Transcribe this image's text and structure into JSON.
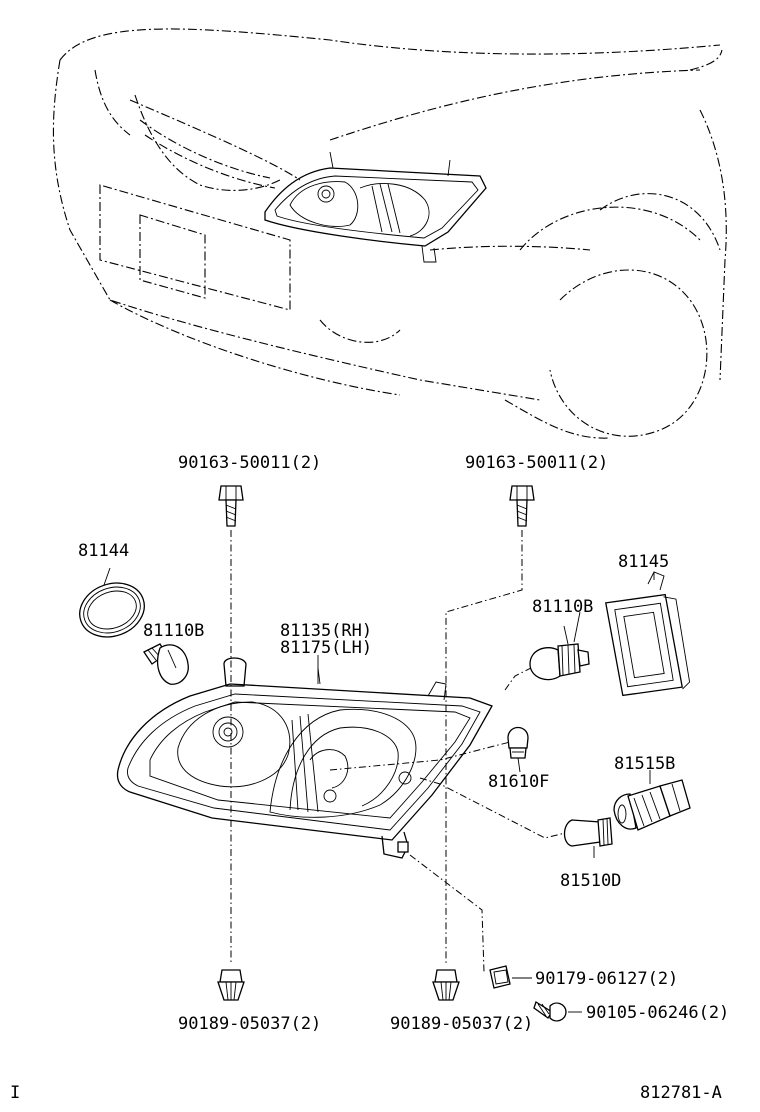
{
  "labels": {
    "bolt_left": "90163-50011(2)",
    "bolt_right": "90163-50011(2)",
    "ring": "81144",
    "bulb_left": "81110B",
    "lamp_rh": "81135(RH)",
    "lamp_lh": "81175(LH)",
    "bulb_right": "81110B",
    "cover": "81145",
    "bulb_small": "81610F",
    "socket": "81515B",
    "bulb_d": "81510D",
    "nut": "90179-06127(2)",
    "screw": "90105-06246(2)",
    "clip_left": "90189-05037(2)",
    "clip_right": "90189-05037(2)",
    "corner_mark": "I",
    "diagram_id": "812781-A"
  }
}
